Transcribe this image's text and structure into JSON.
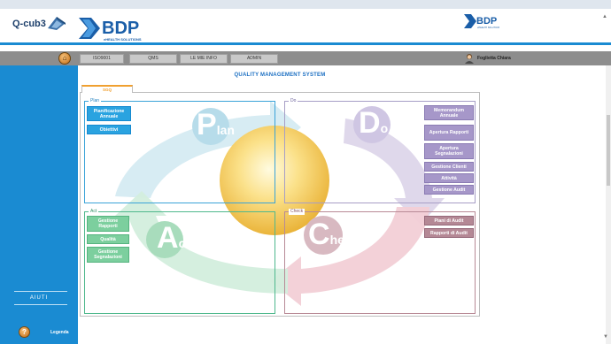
{
  "app": {
    "logo_text": "Q-cub3",
    "brand": "BDP",
    "brand_sub": "eHEALTH SOLUTIONS"
  },
  "nav": {
    "tabs": [
      "ISO9001",
      "QMS",
      "LE MIE INFO",
      "ADMIN"
    ],
    "user_name": "Foglietta Chiara"
  },
  "sidebar": {
    "aiuti": "AIUTI",
    "legend": "Legenda"
  },
  "main": {
    "title": "QUALITY MANAGEMENT SYSTEM",
    "tab": "SGQ"
  },
  "quadrants": {
    "plan": {
      "label": "Plan",
      "big_letter": "P",
      "big_rest": "lan",
      "buttons": [
        "Pianificazione Annuale",
        "Obiettivi"
      ]
    },
    "do": {
      "label": "Do",
      "big_letter": "D",
      "big_rest": "o",
      "buttons": [
        "Memorandum Annuale",
        "Apertura Rapporti",
        "Apertura Segnalazioni",
        "Gestione Clienti",
        "Attività",
        "Gestione Audit"
      ]
    },
    "act": {
      "label": "Act",
      "big_letter": "A",
      "big_rest": "ct",
      "buttons": [
        "Gestione Rapporti",
        "Qualità",
        "Gestione Segnalazioni"
      ]
    },
    "check": {
      "label": "Check",
      "big_letter": "C",
      "big_rest": "heck",
      "buttons": [
        "Piani di Audit",
        "Rapporti di Audit"
      ]
    }
  },
  "colors": {
    "accent": "#1a8bd2",
    "plan": "#2aa3e0",
    "do": "#a697c9",
    "act": "#7ccf9e",
    "check": "#b48895",
    "sun": "#f5c64a"
  },
  "icons": {
    "home": "home-icon",
    "user": "user-icon",
    "legend": "legend-icon",
    "scroll_up": "scroll-up-icon",
    "scroll_down": "scroll-down-icon"
  }
}
